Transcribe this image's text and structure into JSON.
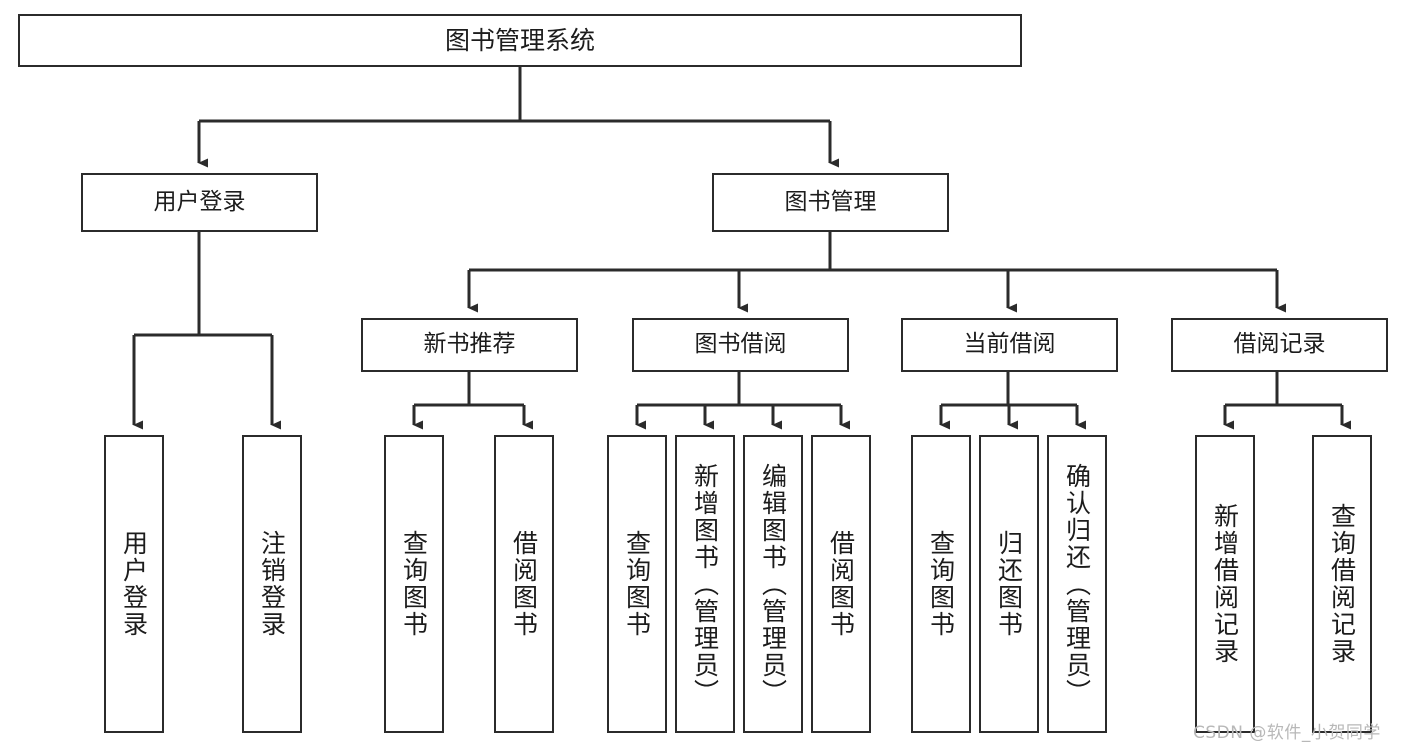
{
  "diagram": {
    "type": "tree",
    "title": "图书管理系统",
    "orientation": "top-down",
    "colors": {
      "box_border": "#2b2b2b",
      "box_fill": "#ffffff",
      "connector": "#2b2b2b",
      "text": "#1c1c1c",
      "watermark": "#b8b8b8"
    },
    "root": {
      "label": "图书管理系统",
      "level": 0
    },
    "branches": [
      {
        "label": "用户登录",
        "level": 1,
        "children": [
          {
            "label": "用户登录",
            "level": 2
          },
          {
            "label": "注销登录",
            "level": 2
          }
        ]
      },
      {
        "label": "图书管理",
        "level": 1,
        "children": [
          {
            "label": "新书推荐",
            "level": 1,
            "children": [
              {
                "label": "查询图书",
                "level": 2
              },
              {
                "label": "借阅图书",
                "level": 2
              }
            ]
          },
          {
            "label": "图书借阅",
            "level": 1,
            "children": [
              {
                "label": "查询图书",
                "level": 2
              },
              {
                "label": "新增图书（管理员）",
                "level": 2
              },
              {
                "label": "编辑图书（管理员）",
                "level": 2
              },
              {
                "label": "借阅图书",
                "level": 2
              }
            ]
          },
          {
            "label": "当前借阅",
            "level": 1,
            "children": [
              {
                "label": "查询图书",
                "level": 2
              },
              {
                "label": "归还图书",
                "level": 2
              },
              {
                "label": "确认归还（管理员）",
                "level": 2
              }
            ]
          },
          {
            "label": "借阅记录",
            "level": 1,
            "children": [
              {
                "label": "新增借阅记录",
                "level": 2
              },
              {
                "label": "查询借阅记录",
                "level": 2
              }
            ]
          }
        ]
      }
    ],
    "nodes": {
      "root": {
        "label": "图书管理系统"
      },
      "user_login": {
        "label": "用户登录"
      },
      "book_manage": {
        "label": "图书管理"
      },
      "new_book_rec": {
        "label": "新书推荐"
      },
      "book_borrow": {
        "label": "图书借阅"
      },
      "current_borrow": {
        "label": "当前借阅"
      },
      "borrow_record": {
        "label": "借阅记录"
      },
      "leaf_user_login": {
        "label": "用户登录"
      },
      "leaf_logout": {
        "label": "注销登录"
      },
      "leaf_query_book_1": {
        "label": "查询图书"
      },
      "leaf_borrow_book_1": {
        "label": "借阅图书"
      },
      "leaf_query_book_2": {
        "label": "查询图书"
      },
      "leaf_add_book": {
        "label": "新增图书（管理员）"
      },
      "leaf_edit_book": {
        "label": "编辑图书（管理员）"
      },
      "leaf_borrow_book_2": {
        "label": "借阅图书"
      },
      "leaf_query_book_3": {
        "label": "查询图书"
      },
      "leaf_return_book": {
        "label": "归还图书"
      },
      "leaf_confirm_return": {
        "label": "确认归还（管理员）"
      },
      "leaf_add_record": {
        "label": "新增借阅记录"
      },
      "leaf_query_record": {
        "label": "查询借阅记录"
      }
    }
  },
  "watermark": {
    "text": "CSDN @软件_小贺同学"
  }
}
